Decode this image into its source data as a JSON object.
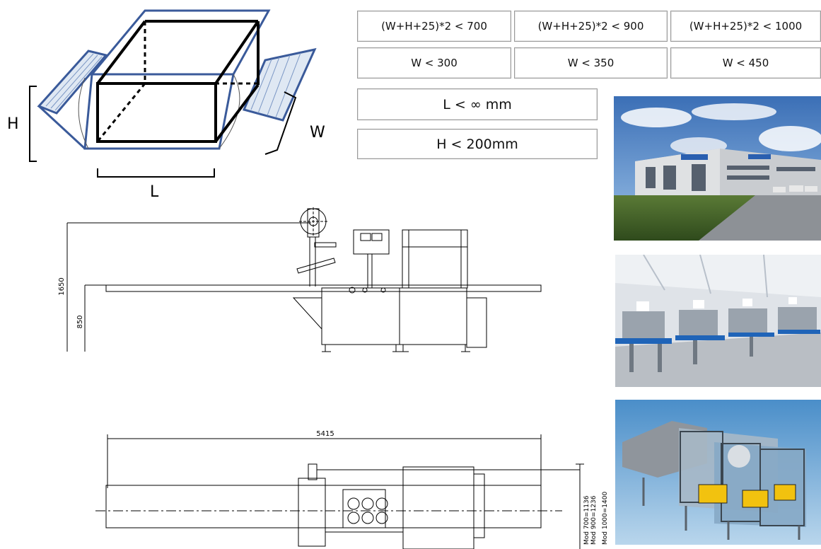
{
  "spec": {
    "row1": [
      "(W+H+25)*2 < 700",
      "(W+H+25)*2 < 900",
      "(W+H+25)*2 < 1000"
    ],
    "row2": [
      "W < 300",
      "W < 350",
      "W < 450"
    ],
    "length": "L < ∞ mm",
    "height": "H < 200mm"
  },
  "box_labels": {
    "h": "H",
    "w": "W",
    "l": "L"
  },
  "side_view": {
    "dim_total": "1650",
    "dim_table": "850"
  },
  "top_view": {
    "dim_length": "5415",
    "model_widths": [
      "Mod 700=1136",
      "Mod 900=1236",
      "Mod 1000=1400"
    ]
  }
}
